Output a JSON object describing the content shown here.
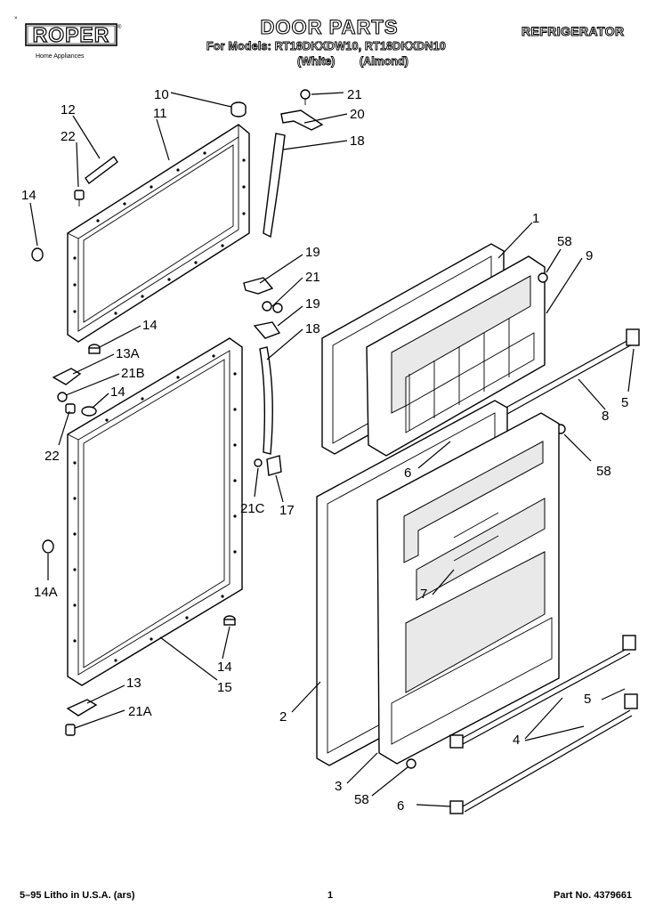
{
  "header": {
    "brand": "ROPER",
    "brand_tagline": "Home Appliances",
    "title": "DOOR PARTS",
    "models_line": "For Models: RT18DKXDW10, RT18DKXDN10",
    "variant_white": "(White)",
    "variant_almond": "(Almond)",
    "category": "REFRIGERATOR"
  },
  "callouts": [
    {
      "id": "c10",
      "text": "10"
    },
    {
      "id": "c21a",
      "text": "21"
    },
    {
      "id": "c12",
      "text": "12"
    },
    {
      "id": "c11",
      "text": "11"
    },
    {
      "id": "c20",
      "text": "20"
    },
    {
      "id": "c18a",
      "text": "18"
    },
    {
      "id": "c22a",
      "text": "22"
    },
    {
      "id": "c14a",
      "text": "14"
    },
    {
      "id": "c1",
      "text": "1"
    },
    {
      "id": "c19a",
      "text": "19"
    },
    {
      "id": "c58a",
      "text": "58"
    },
    {
      "id": "c9",
      "text": "9"
    },
    {
      "id": "c21b",
      "text": "21"
    },
    {
      "id": "c19b",
      "text": "19"
    },
    {
      "id": "c14b",
      "text": "14"
    },
    {
      "id": "c18b",
      "text": "18"
    },
    {
      "id": "c13A",
      "text": "13A"
    },
    {
      "id": "c21B",
      "text": "21B"
    },
    {
      "id": "c14c",
      "text": "14"
    },
    {
      "id": "c5a",
      "text": "5"
    },
    {
      "id": "c8",
      "text": "8"
    },
    {
      "id": "c22b",
      "text": "22"
    },
    {
      "id": "c6a",
      "text": "6"
    },
    {
      "id": "c58b",
      "text": "58"
    },
    {
      "id": "c21C",
      "text": "21C"
    },
    {
      "id": "c17",
      "text": "17"
    },
    {
      "id": "c14A",
      "text": "14A"
    },
    {
      "id": "c7",
      "text": "7"
    },
    {
      "id": "c14d",
      "text": "14"
    },
    {
      "id": "c15",
      "text": "15"
    },
    {
      "id": "c13",
      "text": "13"
    },
    {
      "id": "c2",
      "text": "2"
    },
    {
      "id": "c5b",
      "text": "5"
    },
    {
      "id": "c21A",
      "text": "21A"
    },
    {
      "id": "c4",
      "text": "4"
    },
    {
      "id": "c3",
      "text": "3"
    },
    {
      "id": "c58c",
      "text": "58"
    },
    {
      "id": "c6b",
      "text": "6"
    }
  ],
  "footer": {
    "litho": "5–95 Litho in U.S.A. (ars)",
    "page": "1",
    "part_no": "Part No. 4379661"
  }
}
